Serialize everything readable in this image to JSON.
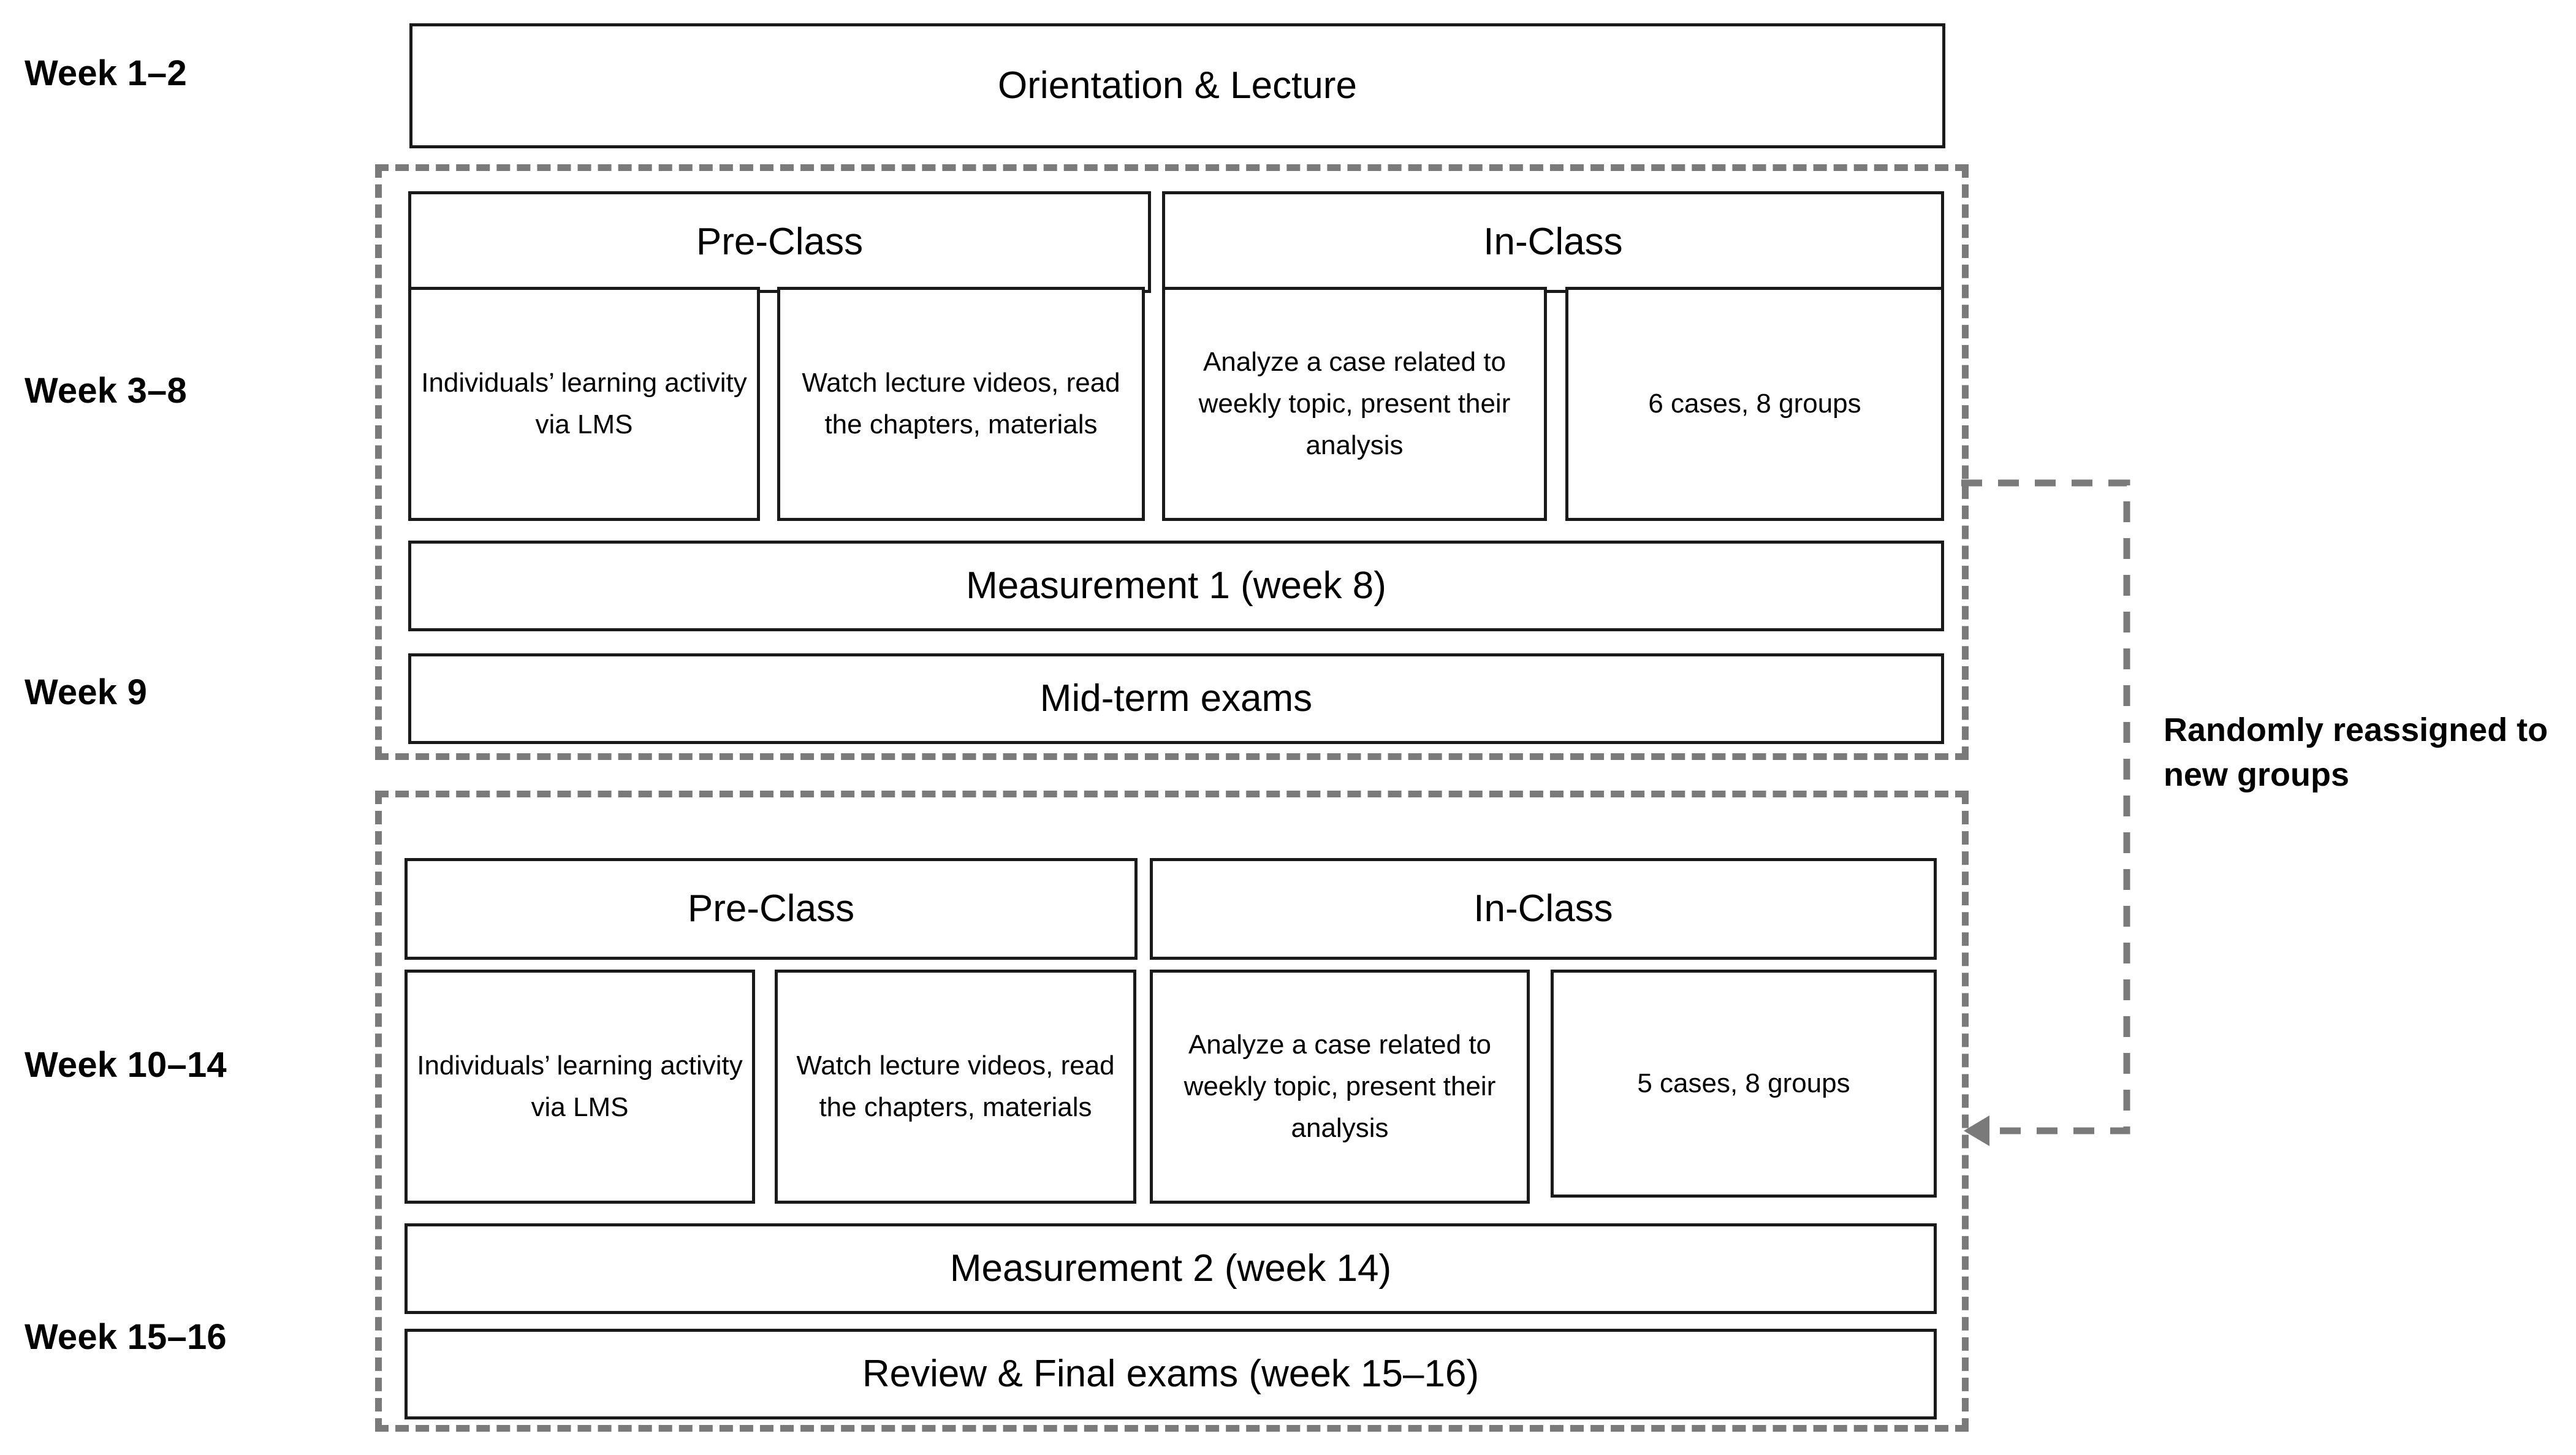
{
  "diagram": {
    "title": "Flipped classroom course schedule",
    "colors": {
      "box_border": "#1a1a1a",
      "dashed_border": "#7a7a7a",
      "text": "#000000",
      "background": "#ffffff"
    }
  },
  "week_labels": {
    "w1_2": "Week 1–2",
    "w3_8": "Week 3–8",
    "w9": "Week 9",
    "w10_14": "Week 10–14",
    "w15_16": "Week 15–16"
  },
  "top_block": {
    "orientation": "Orientation & Lecture"
  },
  "first_half": {
    "pre_class_header": "Pre-Class",
    "in_class_header": "In-Class",
    "activities": [
      "Individuals’ learning activity via LMS",
      "Watch lecture videos, read the chapters, materials",
      "Analyze a case related to weekly topic, present their analysis",
      "6 cases, 8 groups"
    ],
    "measurement": "Measurement 1 (week 8)",
    "exam": "Mid-term exams"
  },
  "second_half": {
    "pre_class_header": "Pre-Class",
    "in_class_header": "In-Class",
    "activities": [
      "Individuals’ learning activity via LMS",
      "Watch lecture videos, read the chapters, materials",
      "Analyze a case related to weekly topic, present their analysis",
      "5 cases, 8 groups"
    ],
    "measurement": "Measurement 2 (week 14)",
    "exam": "Review & Final exams (week 15–16)"
  },
  "annotation": {
    "reassignment": "Randomly reassigned to new groups",
    "icon": "dashed-arrow-icon"
  }
}
